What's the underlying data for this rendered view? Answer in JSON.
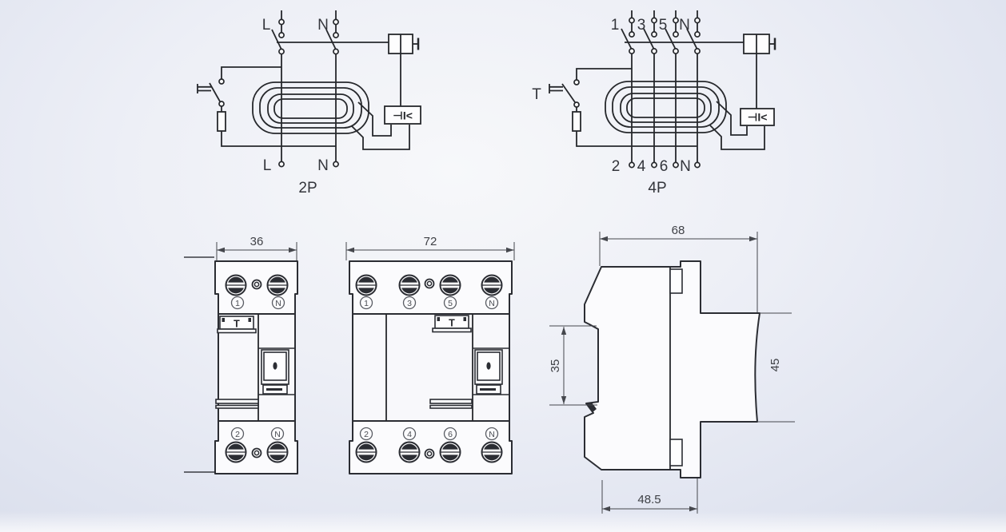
{
  "schematic_2p": {
    "top_terminals": [
      "L",
      "N"
    ],
    "bottom_terminals": [
      "L",
      "N"
    ],
    "caption": "2P",
    "relay_symbol": "⊣I<"
  },
  "schematic_4p": {
    "test_label": "T",
    "top_terminals": [
      "1",
      "3",
      "5",
      "N"
    ],
    "bottom_terminals": [
      "2",
      "4",
      "6",
      "N"
    ],
    "caption": "4P",
    "relay_symbol": "⊣I<"
  },
  "front_2p": {
    "width_dim_mm": "36",
    "test_button_label": "T",
    "top_terminals": [
      "1",
      "N"
    ],
    "bottom_terminals": [
      "2",
      "N"
    ]
  },
  "front_4p": {
    "width_dim_mm": "72",
    "test_button_label": "T",
    "top_terminals": [
      "1",
      "3",
      "5",
      "N"
    ],
    "bottom_terminals": [
      "2",
      "4",
      "6",
      "N"
    ]
  },
  "side_view": {
    "top_dim_mm": "68",
    "din_rail_dim_mm": "35",
    "front_height_dim_mm": "45",
    "bottom_dim_mm": "48.5"
  }
}
